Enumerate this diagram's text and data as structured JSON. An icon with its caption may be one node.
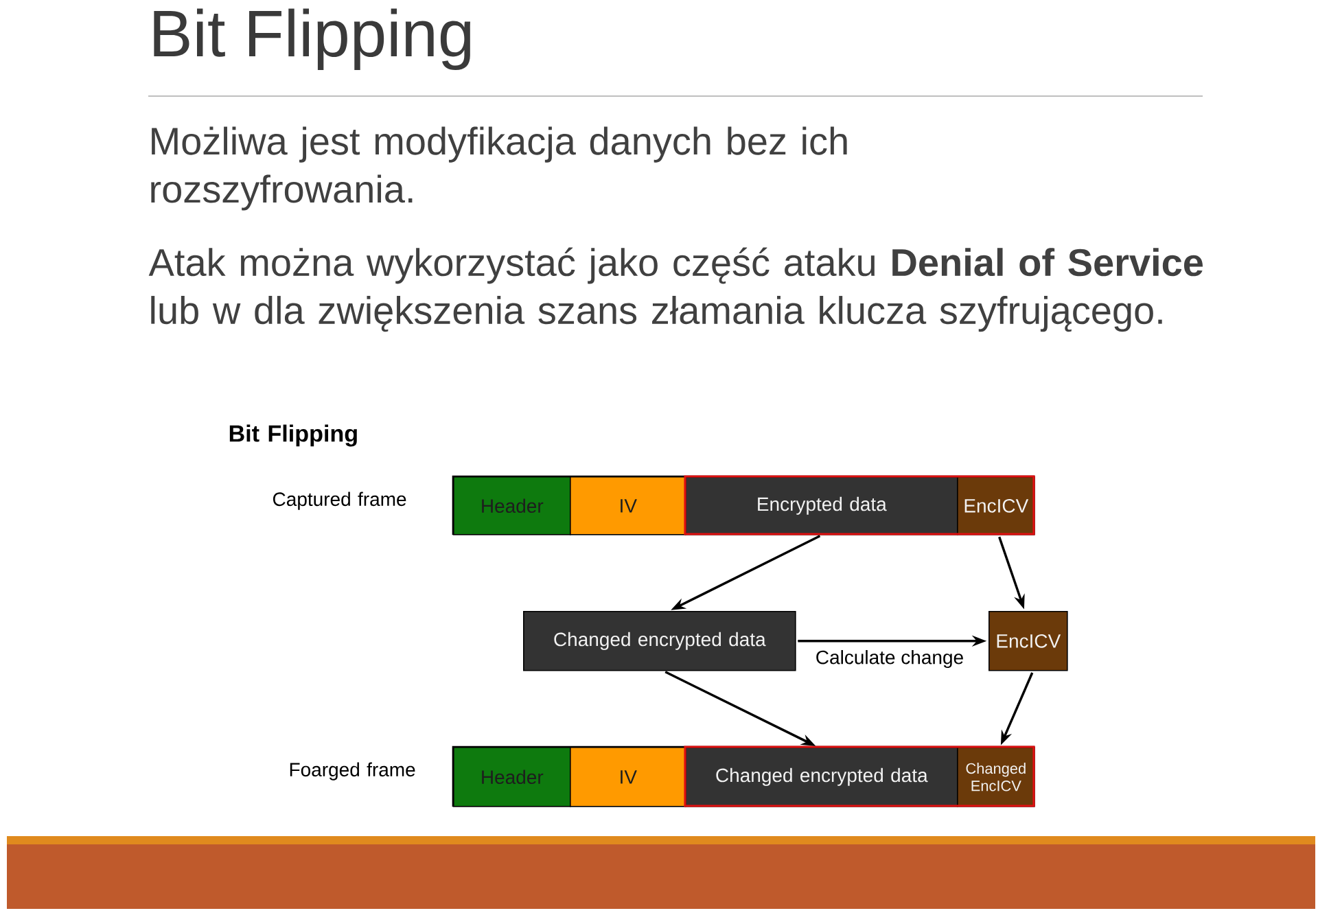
{
  "diagram": {
    "title": "Bit Flipping",
    "nodes": [
      {
        "text": [
          "Header"
        ]
      },
      {
        "text": [
          "IV"
        ]
      },
      {
        "text": [
          "Encrypted data"
        ]
      },
      {
        "text": [
          "EncICV"
        ]
      },
      {
        "text": [
          "Changed encrypted data"
        ]
      },
      {
        "text": [
          "EncICV"
        ]
      },
      {
        "text": [
          "Header"
        ]
      },
      {
        "text": [
          "IV"
        ]
      },
      {
        "text": [
          "Changed encrypted data"
        ]
      },
      {
        "text": [
          "Changed EncICV"
        ]
      }
    ],
    "edges": [
      {
        "from": 2,
        "to": 4,
        "arrow": "to"
      },
      {
        "from": 3,
        "to": 5,
        "arrow": "to"
      },
      {
        "from": 4,
        "to": 5,
        "arrow": "to",
        "label": "Calculate change"
      },
      {
        "from": 4,
        "to": 8,
        "arrow": "to"
      },
      {
        "from": 5,
        "to": 9,
        "arrow": "to"
      }
    ],
    "labels": [
      "Możliwa jest modyfikacja danych bez ich rozszyfrowania.",
      "Atak można wykorzystać jako część ataku **Denial of Service** lub w dla zwiększenia szans złamania klucza szyfrującego.",
      "Bit Flipping",
      "Captured frame",
      "Foarged frame"
    ]
  }
}
